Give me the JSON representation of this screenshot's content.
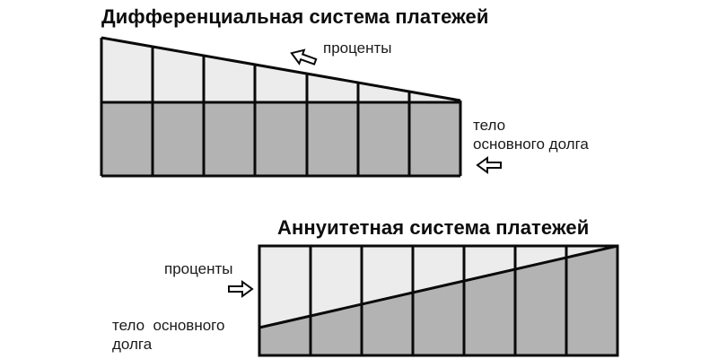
{
  "differential": {
    "title": "Дифференциальная система платежей",
    "interest_label": "проценты",
    "principal_label_line1": "тело",
    "principal_label_line2": "основного долга",
    "columns": 7,
    "arrow_interest": "arrow-down-left",
    "arrow_principal": "arrow-left"
  },
  "annuity": {
    "title": "Аннуитетная система платежей",
    "interest_label": "проценты",
    "principal_label_line1": "тело  основного",
    "principal_label_line2": "долга",
    "columns": 7,
    "arrow_interest": "arrow-right"
  },
  "colors": {
    "interest_fill": "#ececec",
    "principal_fill": "#b3b3b3",
    "stroke": "#0a0a0a"
  }
}
